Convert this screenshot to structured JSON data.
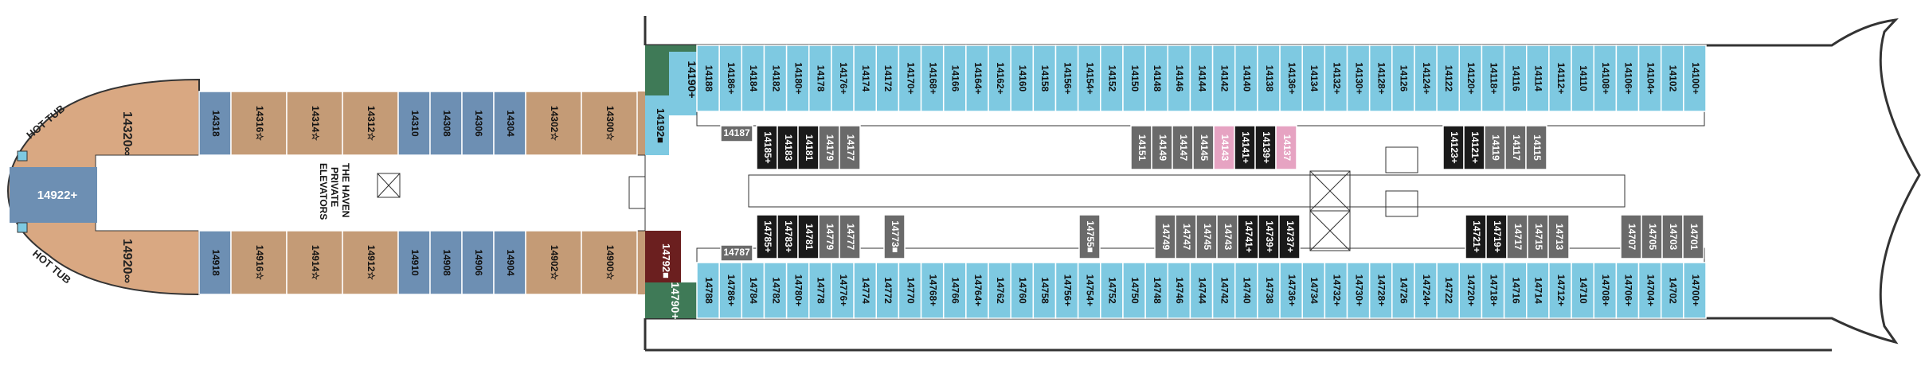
{
  "colors": {
    "balcony": "#7ec9e1",
    "haven_suite": "#c49b76",
    "haven_owner": "#d9a882",
    "haven_blue": "#6d8fb3",
    "inside_grey": "#6a6a6a",
    "dark": "#1a1a1a",
    "accessible_pink": "#e6a3c2",
    "green_corner": "#3f7a57",
    "maroon": "#6b1f1f",
    "corridor": "#ffffff",
    "outline": "#333333"
  },
  "haven": {
    "elevators_lines": [
      "THE HAVEN",
      "PRIVATE",
      "ELEVATORS"
    ],
    "hot_tub_label": "HOT TUB",
    "owner_suite_top": "14320∞",
    "owner_suite_bottom": "14920∞",
    "forward_center": "14922+",
    "top_rooms": [
      "14318",
      "14316☆",
      "14314☆",
      "14312☆",
      "14310",
      "14308",
      "14306",
      "14304",
      "14302☆",
      "14300☆"
    ],
    "bottom_rooms": [
      "14918",
      "14916☆",
      "14914☆",
      "14912☆",
      "14910",
      "14908",
      "14906",
      "14904",
      "14902☆",
      "14900☆"
    ],
    "corner_top": "14192■",
    "corner_bottom": "14792■",
    "green_top": "14190+",
    "green_bottom": "14790+"
  },
  "top_outer": [
    "14188",
    "14186+",
    "14184",
    "14182",
    "14180+",
    "14178",
    "14176+",
    "14174",
    "14172",
    "14170+",
    "14168+",
    "14166",
    "14164+",
    "14162+",
    "14160",
    "14158",
    "14156+",
    "14154+",
    "14152",
    "14150",
    "14148",
    "14146",
    "14144",
    "14142",
    "14140",
    "14138",
    "14136+",
    "14134",
    "14132+",
    "14130+",
    "14128+",
    "14126",
    "14124+",
    "14122",
    "14120+",
    "14118+",
    "14116",
    "14114",
    "14112+",
    "14110",
    "14108+",
    "14106+",
    "14104+",
    "14102",
    "14100+"
  ],
  "bottom_outer": [
    "14788",
    "14786+",
    "14784",
    "14782",
    "14780+",
    "14778",
    "14776+",
    "14774",
    "14772",
    "14770",
    "14768+",
    "14766",
    "14764+",
    "14762",
    "14760",
    "14758",
    "14756+",
    "14754+",
    "14752",
    "14750",
    "14748",
    "14746",
    "14744",
    "14742",
    "14740",
    "14738",
    "14736+",
    "14734",
    "14732+",
    "14730+",
    "14728+",
    "14726",
    "14724+",
    "14722",
    "14720+",
    "14718+",
    "14716",
    "14714",
    "14712+",
    "14710",
    "14708+",
    "14706+",
    "14704+",
    "14702",
    "14700+"
  ],
  "inside_top": {
    "a_wide": "14187",
    "a": [
      "14185+",
      "14183",
      "14181",
      "14179",
      "14177"
    ],
    "b": [
      "14151",
      "14149",
      "14147",
      "14145",
      "14143",
      "14141+",
      "14139+",
      "14137"
    ],
    "c": [
      "14123+",
      "14121+",
      "14119",
      "14117",
      "14115"
    ]
  },
  "inside_bottom": {
    "a_wide": "14787",
    "a": [
      "14785+",
      "14783+",
      "14781",
      "14779",
      "14777"
    ],
    "a2": "14773■",
    "mid": "14755■",
    "b": [
      "14749",
      "14747",
      "14745",
      "14743",
      "14741+",
      "14739+",
      "14737+"
    ],
    "c": [
      "14721+",
      "14719+",
      "14717",
      "14715",
      "14713"
    ],
    "d": [
      "14707",
      "14705",
      "14703",
      "14701"
    ]
  }
}
